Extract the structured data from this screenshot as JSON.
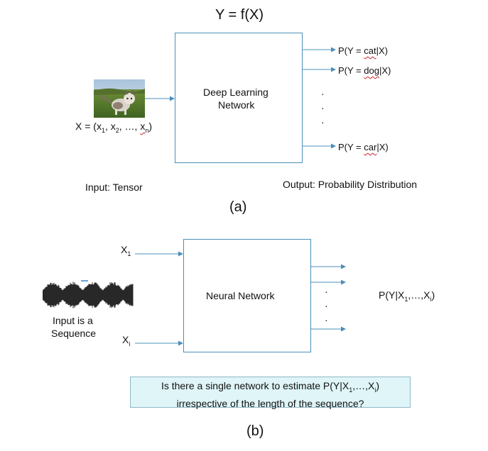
{
  "colors": {
    "arrow": "#4b8fb8",
    "box_border": "#4b8fb8",
    "callout_fill": "#dff5f8"
  },
  "panel_a": {
    "equation": "Y = f(X)",
    "box_label_line1": "Deep Learning",
    "box_label_line2": "Network",
    "input_formula": {
      "prefix": "X = (x",
      "s1": "1",
      "mid1": ", x",
      "s2": "2",
      "mid2": ", …, ",
      "last": "x",
      "sn": "n",
      "suffix": ")"
    },
    "outputs": [
      {
        "pre": "P(Y = ",
        "word": "cat",
        "post": "|X)"
      },
      {
        "pre": "P(Y = ",
        "word": "dog",
        "post": "|X)"
      },
      {
        "pre": "P(Y = ",
        "word": "car",
        "post": "|X)"
      }
    ],
    "dots": "·",
    "input_caption": "Input: Tensor",
    "output_caption": "Output: Probability Distribution",
    "label": "(a)",
    "image": "kitten-on-grass-photo"
  },
  "panel_b": {
    "x1": {
      "base": "X",
      "sub": "1"
    },
    "xi": {
      "base": "X",
      "sub": "i"
    },
    "box_label": "Neural Network",
    "output": {
      "pre": "P(Y|X",
      "s1": "1",
      "mid": ",…,X",
      "si": "i",
      "post": ")"
    },
    "input_caption_line1": "Input is a",
    "input_caption_line2": "Sequence",
    "question": {
      "line1_pre": "Is there a single network to estimate P(Y|X",
      "s1": "1",
      "mid": ",…,X",
      "si": "i",
      "line1_post": ")",
      "line2": "irrespective of the length of the sequence?"
    },
    "label": "(b)",
    "image": "audio-waveform"
  }
}
